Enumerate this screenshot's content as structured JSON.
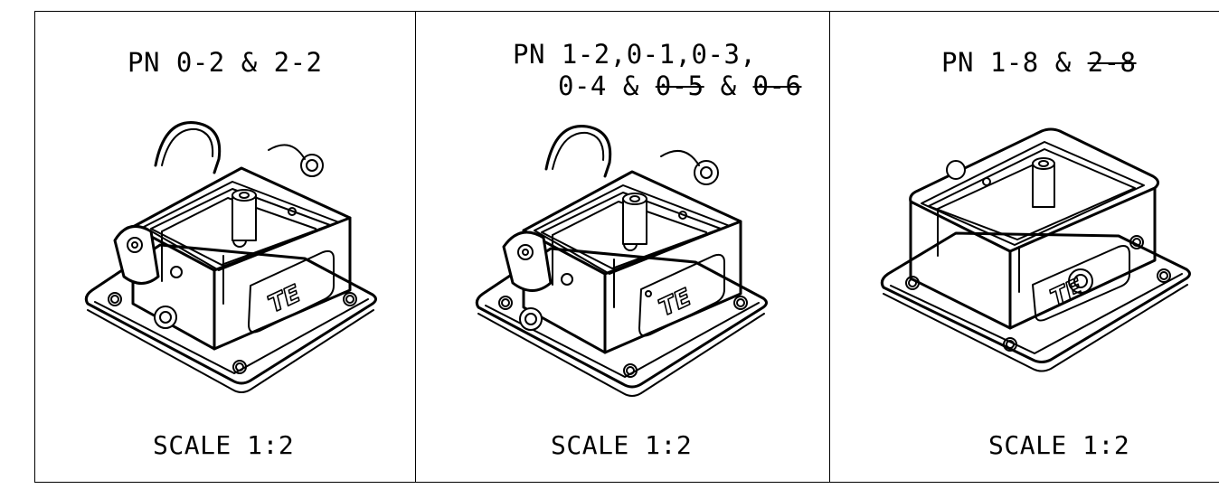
{
  "panels": [
    {
      "title_lines": [
        [
          "PN 0-2 & 2-2"
        ]
      ],
      "scale": "SCALE 1:2",
      "variant": "with-cover-latch-full"
    },
    {
      "title_line1": "PN 1-2,0-1,0-3,",
      "title_line2_plain": "0-4 & ",
      "title_line2_strike1": "0-5",
      "title_line2_mid": " & ",
      "title_line2_strike2": "0-6",
      "scale": "SCALE 1:2",
      "variant": "with-cover-latch-single"
    },
    {
      "title_plain": "PN 1-8 & ",
      "title_strike": "2-8",
      "scale": "SCALE 1:2",
      "variant": "plain-housing-with-pegs"
    }
  ],
  "logo_text": "TE",
  "colors": {
    "line": "#000000",
    "background": "#ffffff"
  }
}
